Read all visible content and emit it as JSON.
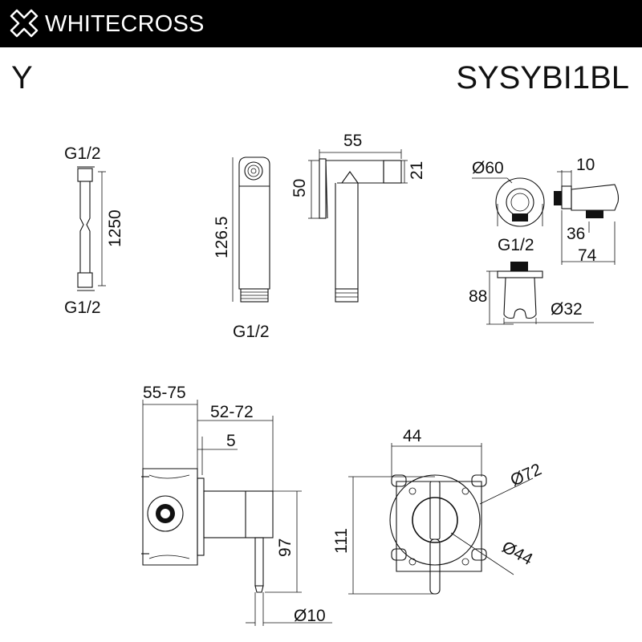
{
  "header": {
    "brand": "WHITECROSS",
    "background": "#000000",
    "icon": "cross-logo-icon"
  },
  "title": {
    "series": "Y",
    "model": "SYSYBI1BL"
  },
  "dimensions": {
    "hose": {
      "top_thread": "G1/2",
      "length": "1250",
      "bottom_thread": "G1/2"
    },
    "shower_front": {
      "height": "126.5",
      "thread": "G1/2"
    },
    "shower_side": {
      "width": "55",
      "height": "50",
      "depth": "21"
    },
    "wall_outlet": {
      "diameter": "Ø60",
      "thread": "G1/2"
    },
    "outlet_side": {
      "depth": "10",
      "offset": "36",
      "length": "74"
    },
    "holder": {
      "height": "88",
      "diameter": "Ø32"
    },
    "valve_side": {
      "overall": "55-75",
      "body": "52-72",
      "plate": "5",
      "lever_height": "97",
      "lever_diameter": "Ø10"
    },
    "valve_front": {
      "width": "44",
      "height": "111",
      "plate_diameter": "Ø72",
      "rosette_diameter": "Ø44"
    }
  }
}
